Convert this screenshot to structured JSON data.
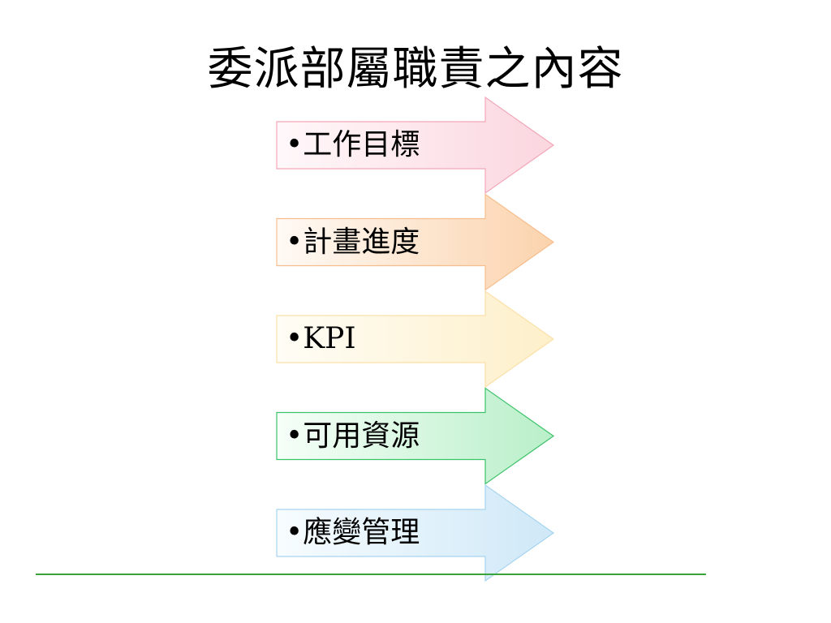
{
  "title": "委派部屬職責之內容",
  "items": [
    {
      "label": "•工作目標",
      "stroke": "#f2a7b8",
      "fill_light": "#fff8fa",
      "fill_dark": "#fbd6df"
    },
    {
      "label": "•計畫進度",
      "stroke": "#f6be8e",
      "fill_light": "#fffaf5",
      "fill_dark": "#fbd3ad"
    },
    {
      "label": "•KPI",
      "stroke": "#fbe0a8",
      "fill_light": "#fffdf6",
      "fill_dark": "#fdefc9"
    },
    {
      "label": "•可用資源",
      "stroke": "#3cc26a",
      "fill_light": "#f6fff8",
      "fill_dark": "#b9efc9"
    },
    {
      "label": "•應變管理",
      "stroke": "#a6d4ef",
      "fill_light": "#f7fcff",
      "fill_dark": "#cfe8f7"
    }
  ],
  "colors": {
    "rule": "#3aa33a"
  }
}
